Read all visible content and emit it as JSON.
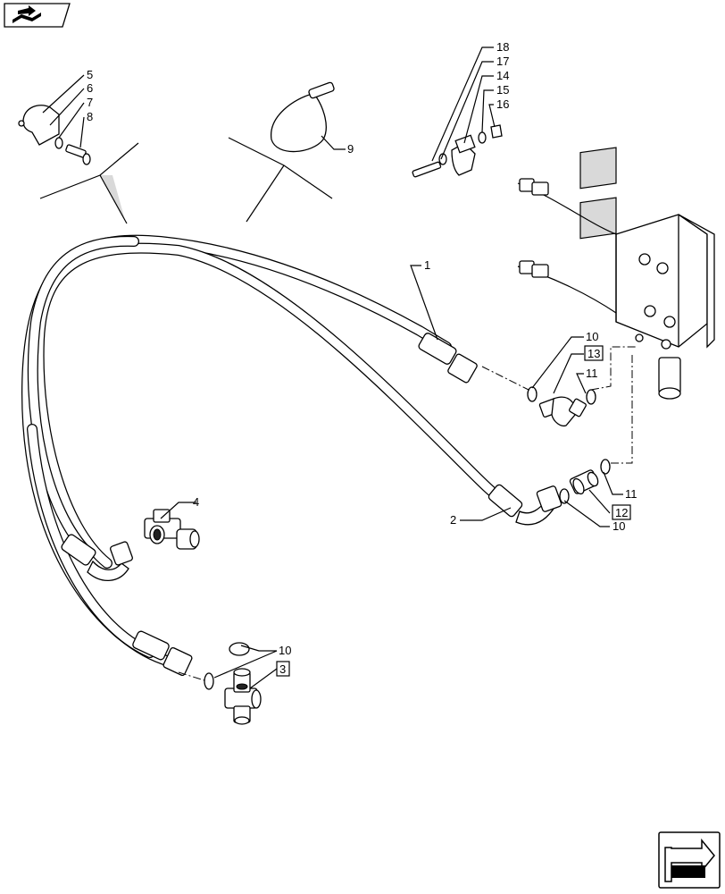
{
  "nav": {
    "top_icon": "book-open-arrow-icon",
    "bottom_icon": "next-page-arrow-icon"
  },
  "callouts": {
    "c1": "1",
    "c2": "2",
    "c3": "3",
    "c4": "4",
    "c5": "5",
    "c6": "6",
    "c7": "7",
    "c8": "8",
    "c9": "9",
    "c10a": "10",
    "c10b": "10",
    "c10c": "10",
    "c11a": "11",
    "c11b": "11",
    "c12": "12",
    "c13": "13",
    "c14": "14",
    "c15": "15",
    "c16": "16",
    "c17": "17",
    "c18": "18"
  }
}
